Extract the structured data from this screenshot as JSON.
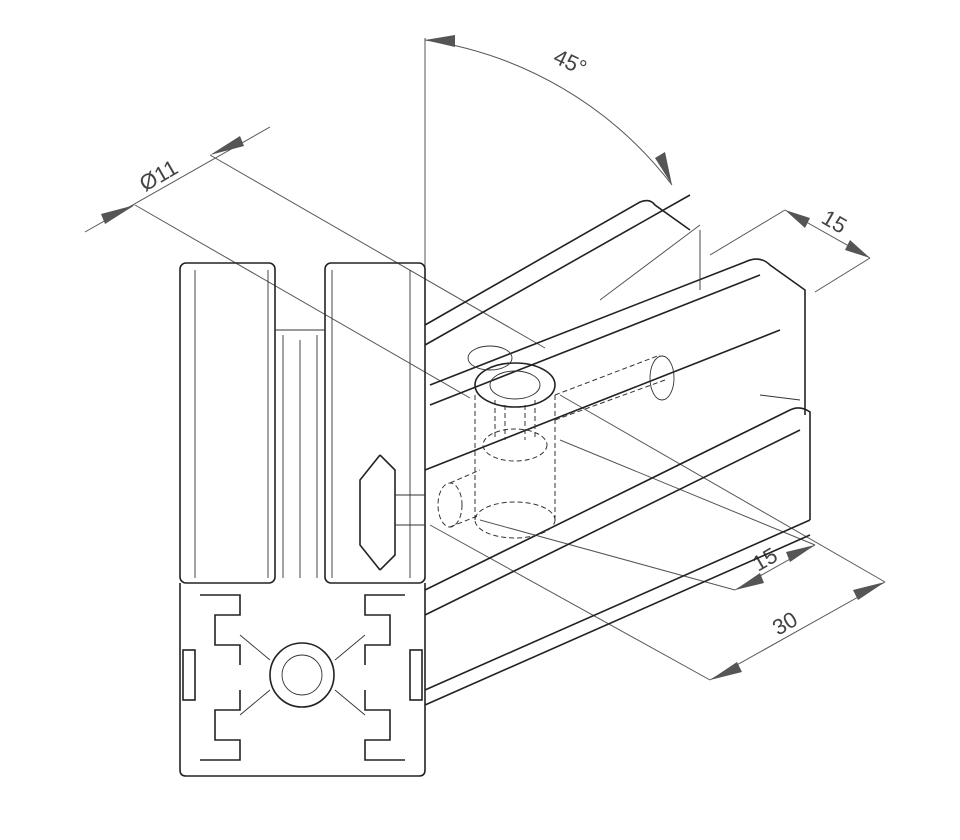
{
  "drawing": {
    "angle_label": "45°",
    "diameter_label": "Ø11",
    "dim_top_right": "15",
    "dim_lower": "15",
    "dim_total": "30"
  }
}
